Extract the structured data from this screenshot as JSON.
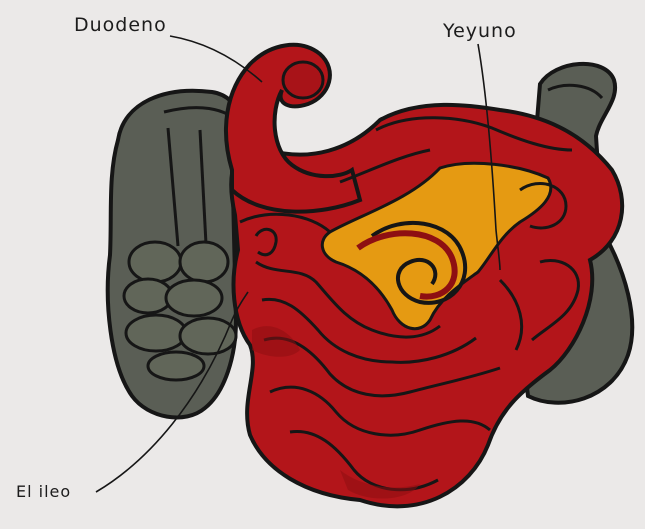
{
  "labels": {
    "duodeno": "Duodeno",
    "yeyuno": "Yeyuno",
    "ileon": "El ileo"
  },
  "colors": {
    "background": "#ebe9e8",
    "intestine_red": "#b3151a",
    "intestine_dark": "#8e0f12",
    "mesentery_orange": "#e59a12",
    "colon_gray": "#5a5e55",
    "outline": "#161616"
  }
}
